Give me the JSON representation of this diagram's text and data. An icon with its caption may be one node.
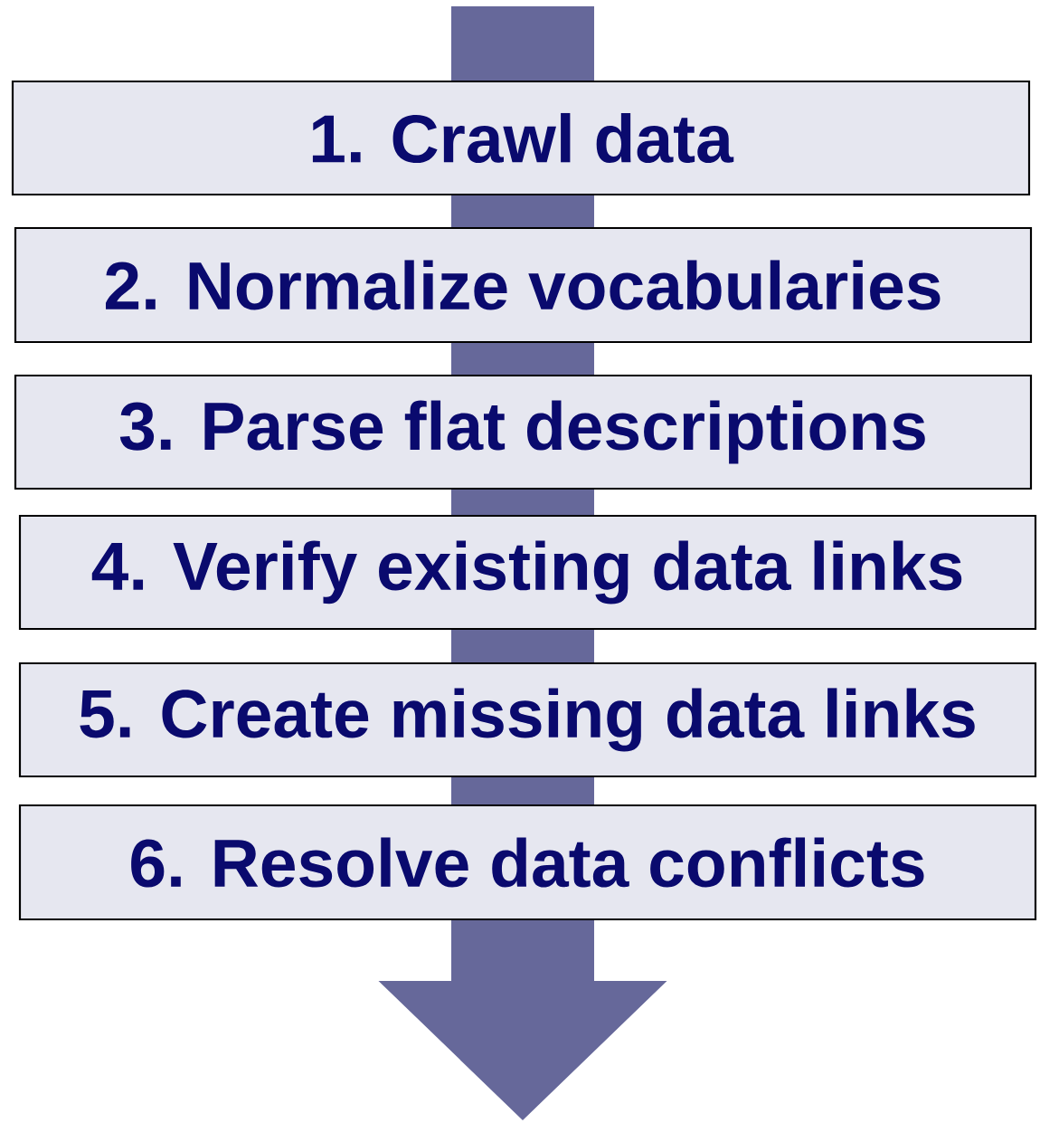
{
  "diagram": {
    "nodes": [
      {
        "text": [
          "1. Crawl data"
        ]
      },
      {
        "text": [
          "2. Normalize vocabularies"
        ]
      },
      {
        "text": [
          "3. Parse flat descriptions"
        ]
      },
      {
        "text": [
          "4. Verify existing data links"
        ]
      },
      {
        "text": [
          "5. Create missing data links"
        ]
      },
      {
        "text": [
          "6. Resolve data conflicts"
        ]
      }
    ],
    "edges": [
      {
        "from": null,
        "to": 0,
        "arrow": "none"
      },
      {
        "from": 0,
        "to": 1,
        "arrow": "none"
      },
      {
        "from": 1,
        "to": 2,
        "arrow": "none"
      },
      {
        "from": 2,
        "to": 3,
        "arrow": "none"
      },
      {
        "from": 3,
        "to": 4,
        "arrow": "none"
      },
      {
        "from": 4,
        "to": 5,
        "arrow": "none"
      },
      {
        "from": 5,
        "to": null,
        "arrow": "to"
      }
    ]
  }
}
